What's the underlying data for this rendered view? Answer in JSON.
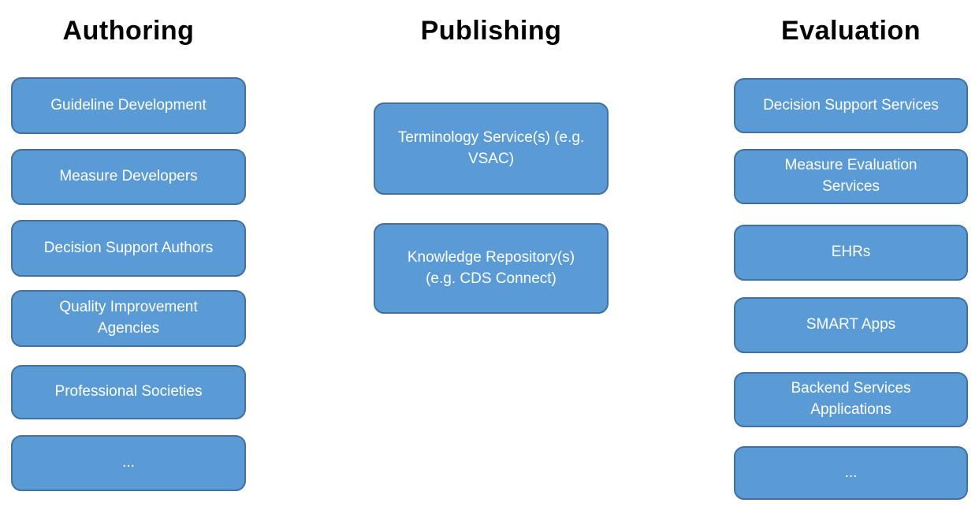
{
  "colors": {
    "box_fill": "#5B9BD5",
    "box_border": "#41719C",
    "box_text": "#FFFFFF",
    "title_text": "#000000"
  },
  "columns": [
    {
      "title": "Authoring",
      "boxes": [
        "Guideline Development",
        "Measure Developers",
        "Decision Support Authors",
        "Quality Improvement Agencies",
        "Professional Societies",
        "..."
      ]
    },
    {
      "title": "Publishing",
      "boxes": [
        "Terminology Service(s) (e.g. VSAC)",
        "Knowledge Repository(s) (e.g. CDS Connect)"
      ]
    },
    {
      "title": "Evaluation",
      "boxes": [
        "Decision Support Services",
        "Measure Evaluation Services",
        "EHRs",
        "SMART Apps",
        "Backend Services Applications",
        "..."
      ]
    }
  ]
}
